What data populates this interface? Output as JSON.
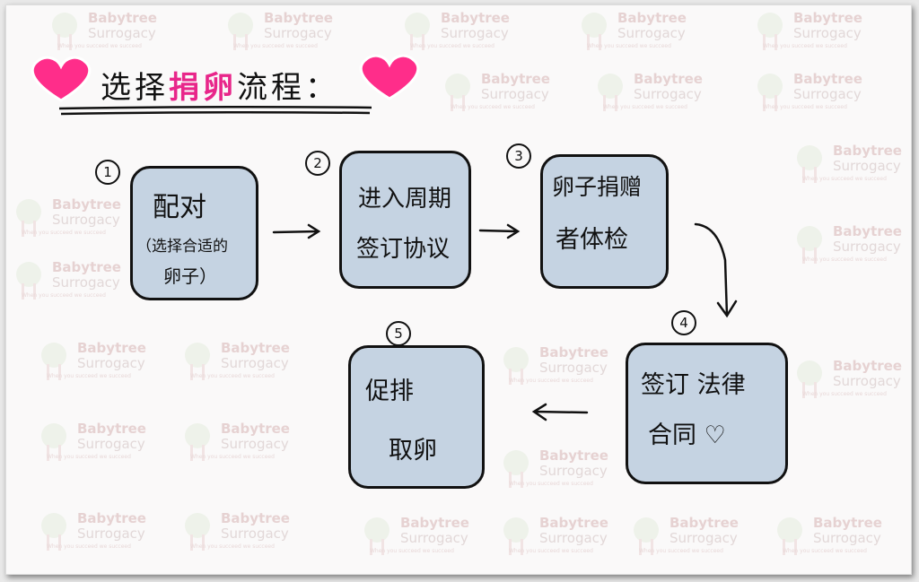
{
  "title": {
    "part1": "选择",
    "highlight": "捐卵",
    "part2": "流程：",
    "highlight_color": "#e8268a"
  },
  "watermark": {
    "brand": "Babytree",
    "sub": "Surrogacy",
    "tagline": "When you succeed we succeed"
  },
  "steps": [
    {
      "number": "1",
      "lines": [
        "配对",
        "（选择合适的",
        "卵子）"
      ]
    },
    {
      "number": "2",
      "lines": [
        "进入周期",
        "签订协议"
      ]
    },
    {
      "number": "3",
      "lines": [
        "卵子捐赠",
        "者体检"
      ]
    },
    {
      "number": "4",
      "lines": [
        "签订 法律",
        "合同 ♡"
      ]
    },
    {
      "number": "5",
      "lines": [
        "促排",
        "取卵"
      ]
    }
  ],
  "colors": {
    "box_fill": "#c5d3e2",
    "heart": "#ff2d8a"
  }
}
